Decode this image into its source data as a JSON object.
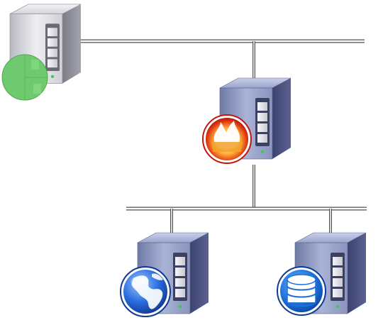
{
  "diagram": {
    "nodes": [
      {
        "id": "admin-server",
        "kind": "server",
        "style": "silver",
        "badge": "green-shield-icon"
      },
      {
        "id": "firewall-server",
        "kind": "server",
        "style": "blue",
        "badge": "firewall-flame-icon"
      },
      {
        "id": "web-server",
        "kind": "server",
        "style": "blue",
        "badge": "globe-icon"
      },
      {
        "id": "database-server",
        "kind": "server",
        "style": "blue",
        "badge": "database-icon"
      }
    ],
    "networks": [
      {
        "id": "top-network-bus",
        "connects": [
          "admin-server",
          "firewall-server"
        ]
      },
      {
        "id": "internal-network-bus",
        "connects": [
          "firewall-server",
          "web-server",
          "database-server"
        ]
      }
    ],
    "colors": {
      "bus_line": "#555555",
      "blue_server": "#8f9bc2",
      "silver_server": "#d6d6dc",
      "shield_green": "#6fca6f",
      "flame_red": "#d61e0f",
      "globe_blue": "#1f5fd6",
      "database_blue": "#1c6fd8"
    }
  }
}
